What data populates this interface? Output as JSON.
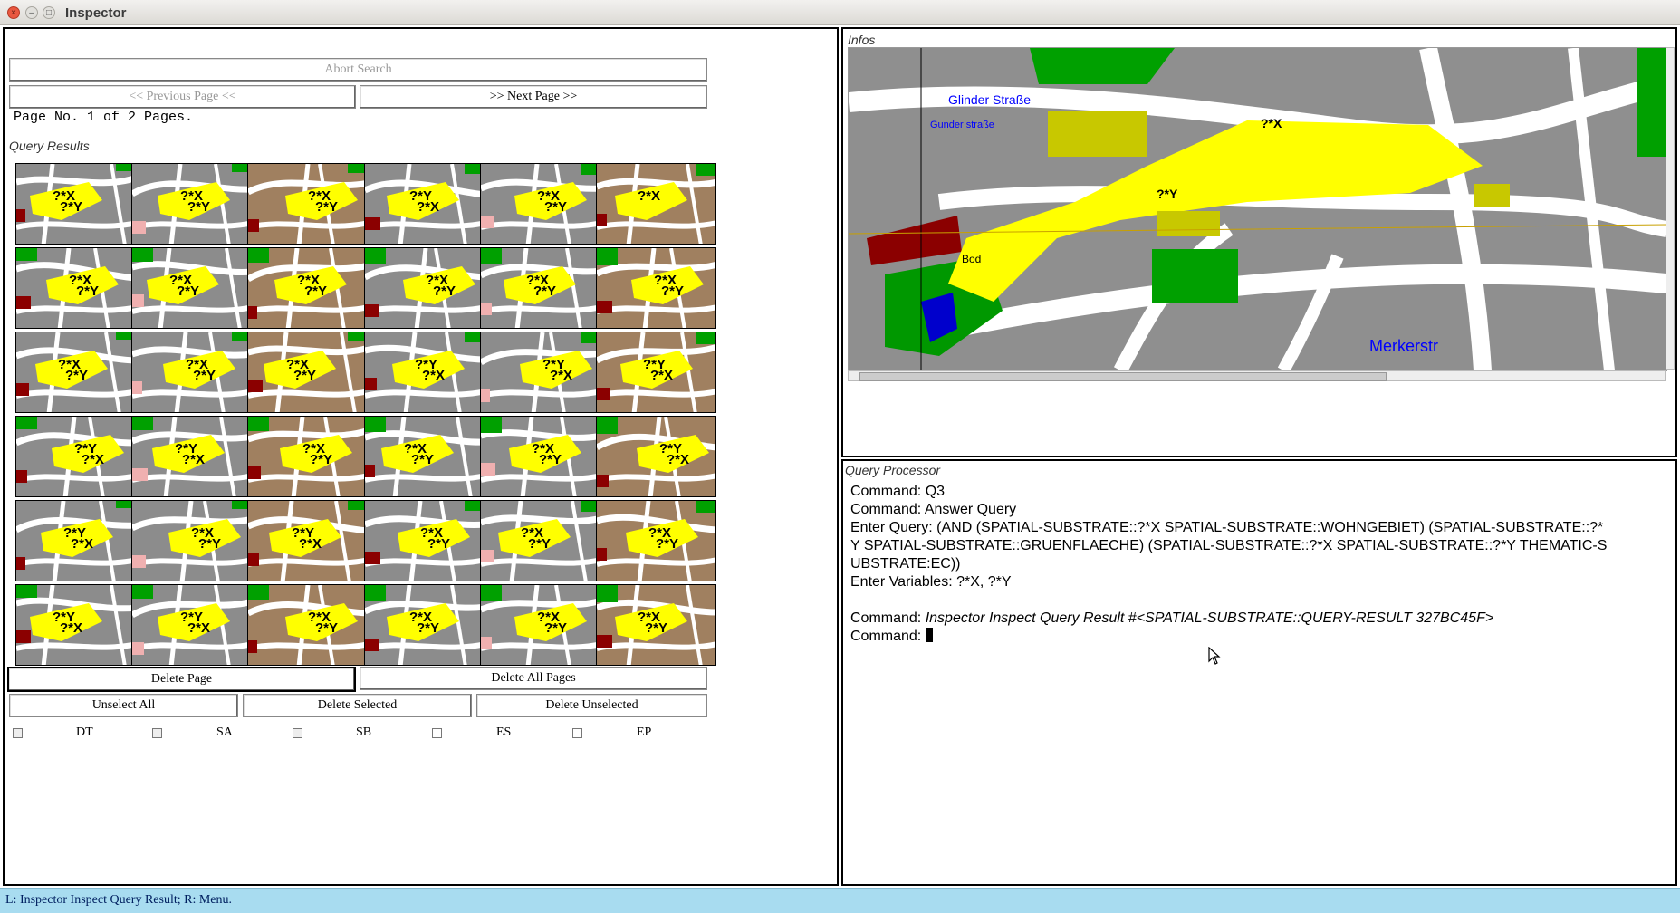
{
  "window": {
    "title": "Inspector"
  },
  "left": {
    "abort_label": "Abort Search",
    "prev_label": "<< Previous Page <<",
    "next_label": ">> Next Page >>",
    "page_info": "Page No. 1 of 2 Pages.",
    "results_label": "Query Results",
    "thumbnails": [
      {
        "a": "?*X",
        "b": "?*Y"
      },
      {
        "a": "?*X",
        "b": "?*Y"
      },
      {
        "a": "?*X",
        "b": "?*Y"
      },
      {
        "a": "?*Y",
        "b": "?*X"
      },
      {
        "a": "?*X",
        "b": "?*Y"
      },
      {
        "a": "?*X",
        "b": ""
      },
      {
        "a": "?*X",
        "b": "?*Y"
      },
      {
        "a": "?*X",
        "b": "?*Y"
      },
      {
        "a": "?*X",
        "b": "?*Y"
      },
      {
        "a": "?*X",
        "b": "?*Y"
      },
      {
        "a": "?*X",
        "b": "?*Y"
      },
      {
        "a": "?*X",
        "b": "?*Y"
      },
      {
        "a": "?*X",
        "b": "?*Y"
      },
      {
        "a": "?*X",
        "b": "?*Y"
      },
      {
        "a": "?*X",
        "b": "?*Y"
      },
      {
        "a": "?*Y",
        "b": "?*X"
      },
      {
        "a": "?*Y",
        "b": "?*X"
      },
      {
        "a": "?*Y",
        "b": "?*X"
      },
      {
        "a": "?*Y",
        "b": "?*X"
      },
      {
        "a": "?*Y",
        "b": "?*X"
      },
      {
        "a": "?*X",
        "b": "?*Y"
      },
      {
        "a": "?*X",
        "b": "?*Y"
      },
      {
        "a": "?*X",
        "b": "?*Y"
      },
      {
        "a": "?*Y",
        "b": "?*X"
      },
      {
        "a": "?*Y",
        "b": "?*X"
      },
      {
        "a": "?*X",
        "b": "?*Y"
      },
      {
        "a": "?*Y",
        "b": "?*X"
      },
      {
        "a": "?*X",
        "b": "?*Y"
      },
      {
        "a": "?*X",
        "b": "?*Y"
      },
      {
        "a": "?*X",
        "b": "?*Y"
      },
      {
        "a": "?*Y",
        "b": "?*X"
      },
      {
        "a": "?*Y",
        "b": "?*X"
      },
      {
        "a": "?*X",
        "b": "?*Y"
      },
      {
        "a": "?*X",
        "b": "?*Y"
      },
      {
        "a": "?*X",
        "b": "?*Y"
      },
      {
        "a": "?*X",
        "b": "?*Y"
      }
    ],
    "delete_page_label": "Delete Page",
    "delete_all_label": "Delete All Pages",
    "unselect_all_label": "Unselect All",
    "delete_selected_label": "Delete Selected",
    "delete_unselected_label": "Delete Unselected",
    "checkboxes": [
      "DT",
      "SA",
      "SB",
      "ES",
      "EP"
    ]
  },
  "infos": {
    "label": "Infos",
    "map_labels": {
      "a": "Gunder\nstraße",
      "b": "Glinder Straße",
      "c": "Bod",
      "d": "Merkerstr",
      "x": "?*X",
      "y": "?*Y"
    }
  },
  "query_processor": {
    "label": "Query Processor",
    "lines": [
      "Command: Q3",
      "Command: Answer Query",
      "Enter Query: (AND (SPATIAL-SUBSTRATE::?*X SPATIAL-SUBSTRATE::WOHNGEBIET) (SPATIAL-SUBSTRATE::?*",
      "Y SPATIAL-SUBSTRATE::GRUENFLAECHE) (SPATIAL-SUBSTRATE::?*X SPATIAL-SUBSTRATE::?*Y THEMATIC-S",
      "UBSTRATE:EC))",
      "Enter Variables: ?*X, ?*Y",
      ""
    ],
    "cmd_prefix": "Command: ",
    "cmd_italic": "Inspector Inspect Query Result #<SPATIAL-SUBSTRATE::QUERY-RESULT 327BC45F>",
    "prompt": "Command: "
  },
  "status": {
    "text": "L: Inspector Inspect Query Result; R: Menu."
  }
}
